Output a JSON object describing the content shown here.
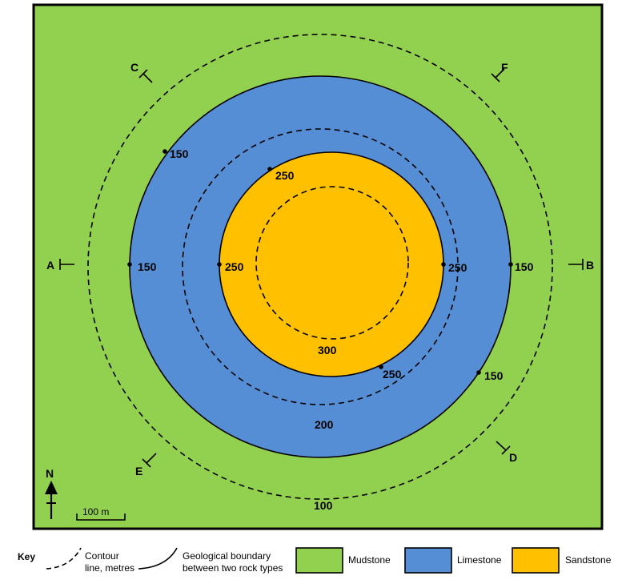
{
  "colors": {
    "mudstone": "#92d050",
    "limestone": "#558ed5",
    "sandstone": "#ffc000",
    "line": "#000000"
  },
  "sections": {
    "a": "A",
    "b": "B",
    "c": "C",
    "d": "D",
    "e": "E",
    "f": "F"
  },
  "contours": {
    "c100": "100",
    "c200": "200",
    "c300": "300"
  },
  "boundary_labels": {
    "l150_left": "150",
    "l150_right": "150",
    "l150_upper_left": "150",
    "l150_lower_right": "150",
    "l250_left": "250",
    "l250_right": "250",
    "l250_top": "250",
    "l250_bottom": "250"
  },
  "north": "N",
  "scale": "100 m",
  "key": {
    "title": "Key",
    "contour_line1": "Contour",
    "contour_line2": "line, metres",
    "boundary_line1": "Geological boundary",
    "boundary_line2": "between two rock types",
    "mudstone": "Mudstone",
    "limestone": "Limestone",
    "sandstone": "Sandstone"
  }
}
